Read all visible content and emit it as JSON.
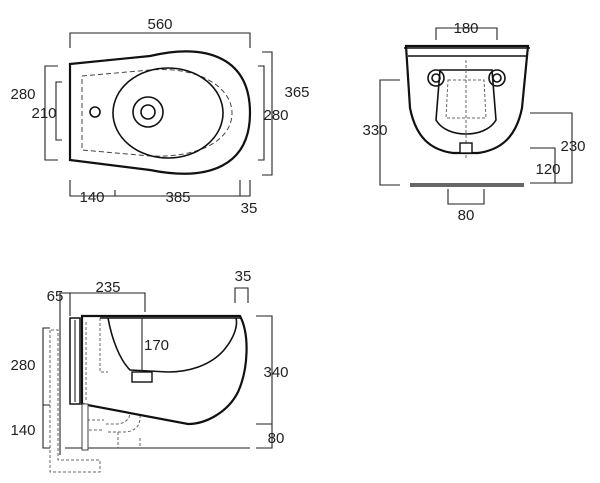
{
  "top_view": {
    "overall_length": "560",
    "overall_depth": "365",
    "rear_height": "280",
    "rear_inner": "210",
    "bowl_width": "280",
    "rear_offset": "140",
    "bowl_length": "385",
    "front_offset": "35"
  },
  "front_view": {
    "top_width": "180",
    "height": "330",
    "upper_height": "230",
    "lower_height": "120",
    "base_width": "80"
  },
  "side_view": {
    "frame_depth": "65",
    "fixing_depth": "235",
    "front_lip": "35",
    "drain_height": "170",
    "rear_height": "280",
    "front_height": "340",
    "floor_height": "140",
    "bottom_offset": "80"
  }
}
